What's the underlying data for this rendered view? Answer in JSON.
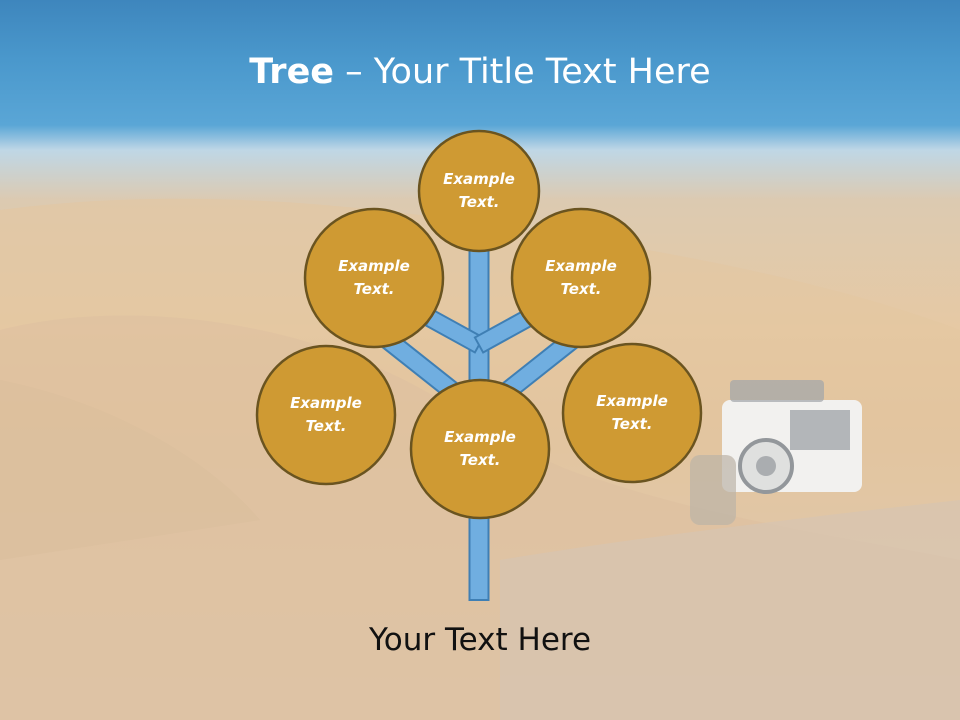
{
  "title": {
    "bold": "Tree",
    "rest": " – Your Title Text Here"
  },
  "nodes": [
    {
      "label": "Example\nText."
    },
    {
      "label": "Example\nText."
    },
    {
      "label": "Example\nText."
    },
    {
      "label": "Example\nText."
    },
    {
      "label": "Example\nText."
    },
    {
      "label": "Example\nText."
    }
  ],
  "caption": "Your Text Here",
  "colors": {
    "node_fill": "#cf9a33",
    "node_border": "#6a5420",
    "branch_fill": "#70aee0",
    "branch_border": "#3f7fb4"
  }
}
